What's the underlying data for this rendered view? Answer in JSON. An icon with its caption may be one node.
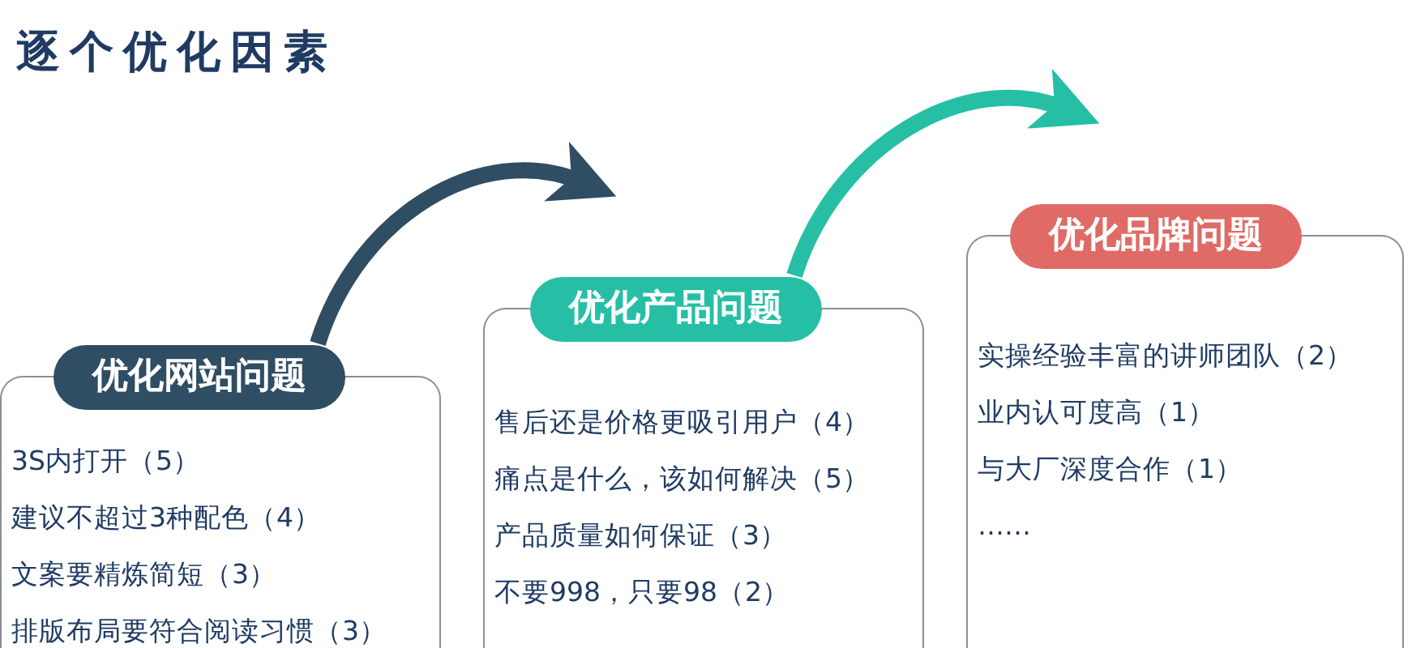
{
  "diagram": {
    "title": "逐个优化因素",
    "nodes": [
      {
        "text": [
          "优化网站问题",
          "3S内打开（5）",
          "建议不超过3种配色（4）",
          "文案要精炼简短（3）",
          "排版布局要符合阅读习惯（3）"
        ]
      },
      {
        "text": [
          "优化产品问题",
          "售后还是价格更吸引用户（4）",
          "痛点是什么，该如何解决（5）",
          "产品质量如何保证（3）",
          "不要998，只要98（2）"
        ]
      },
      {
        "text": [
          "优化品牌问题",
          "实操经验丰富的讲师团队（2）",
          "业内认可度高（1）",
          "与大厂深度合作（1）",
          "……"
        ]
      }
    ],
    "edges": [
      {
        "from": 0,
        "to": 1,
        "arrow": "to",
        "color": "#2f4d63"
      },
      {
        "from": 1,
        "to": 2,
        "arrow": "to",
        "color": "#26bfa5"
      }
    ]
  }
}
